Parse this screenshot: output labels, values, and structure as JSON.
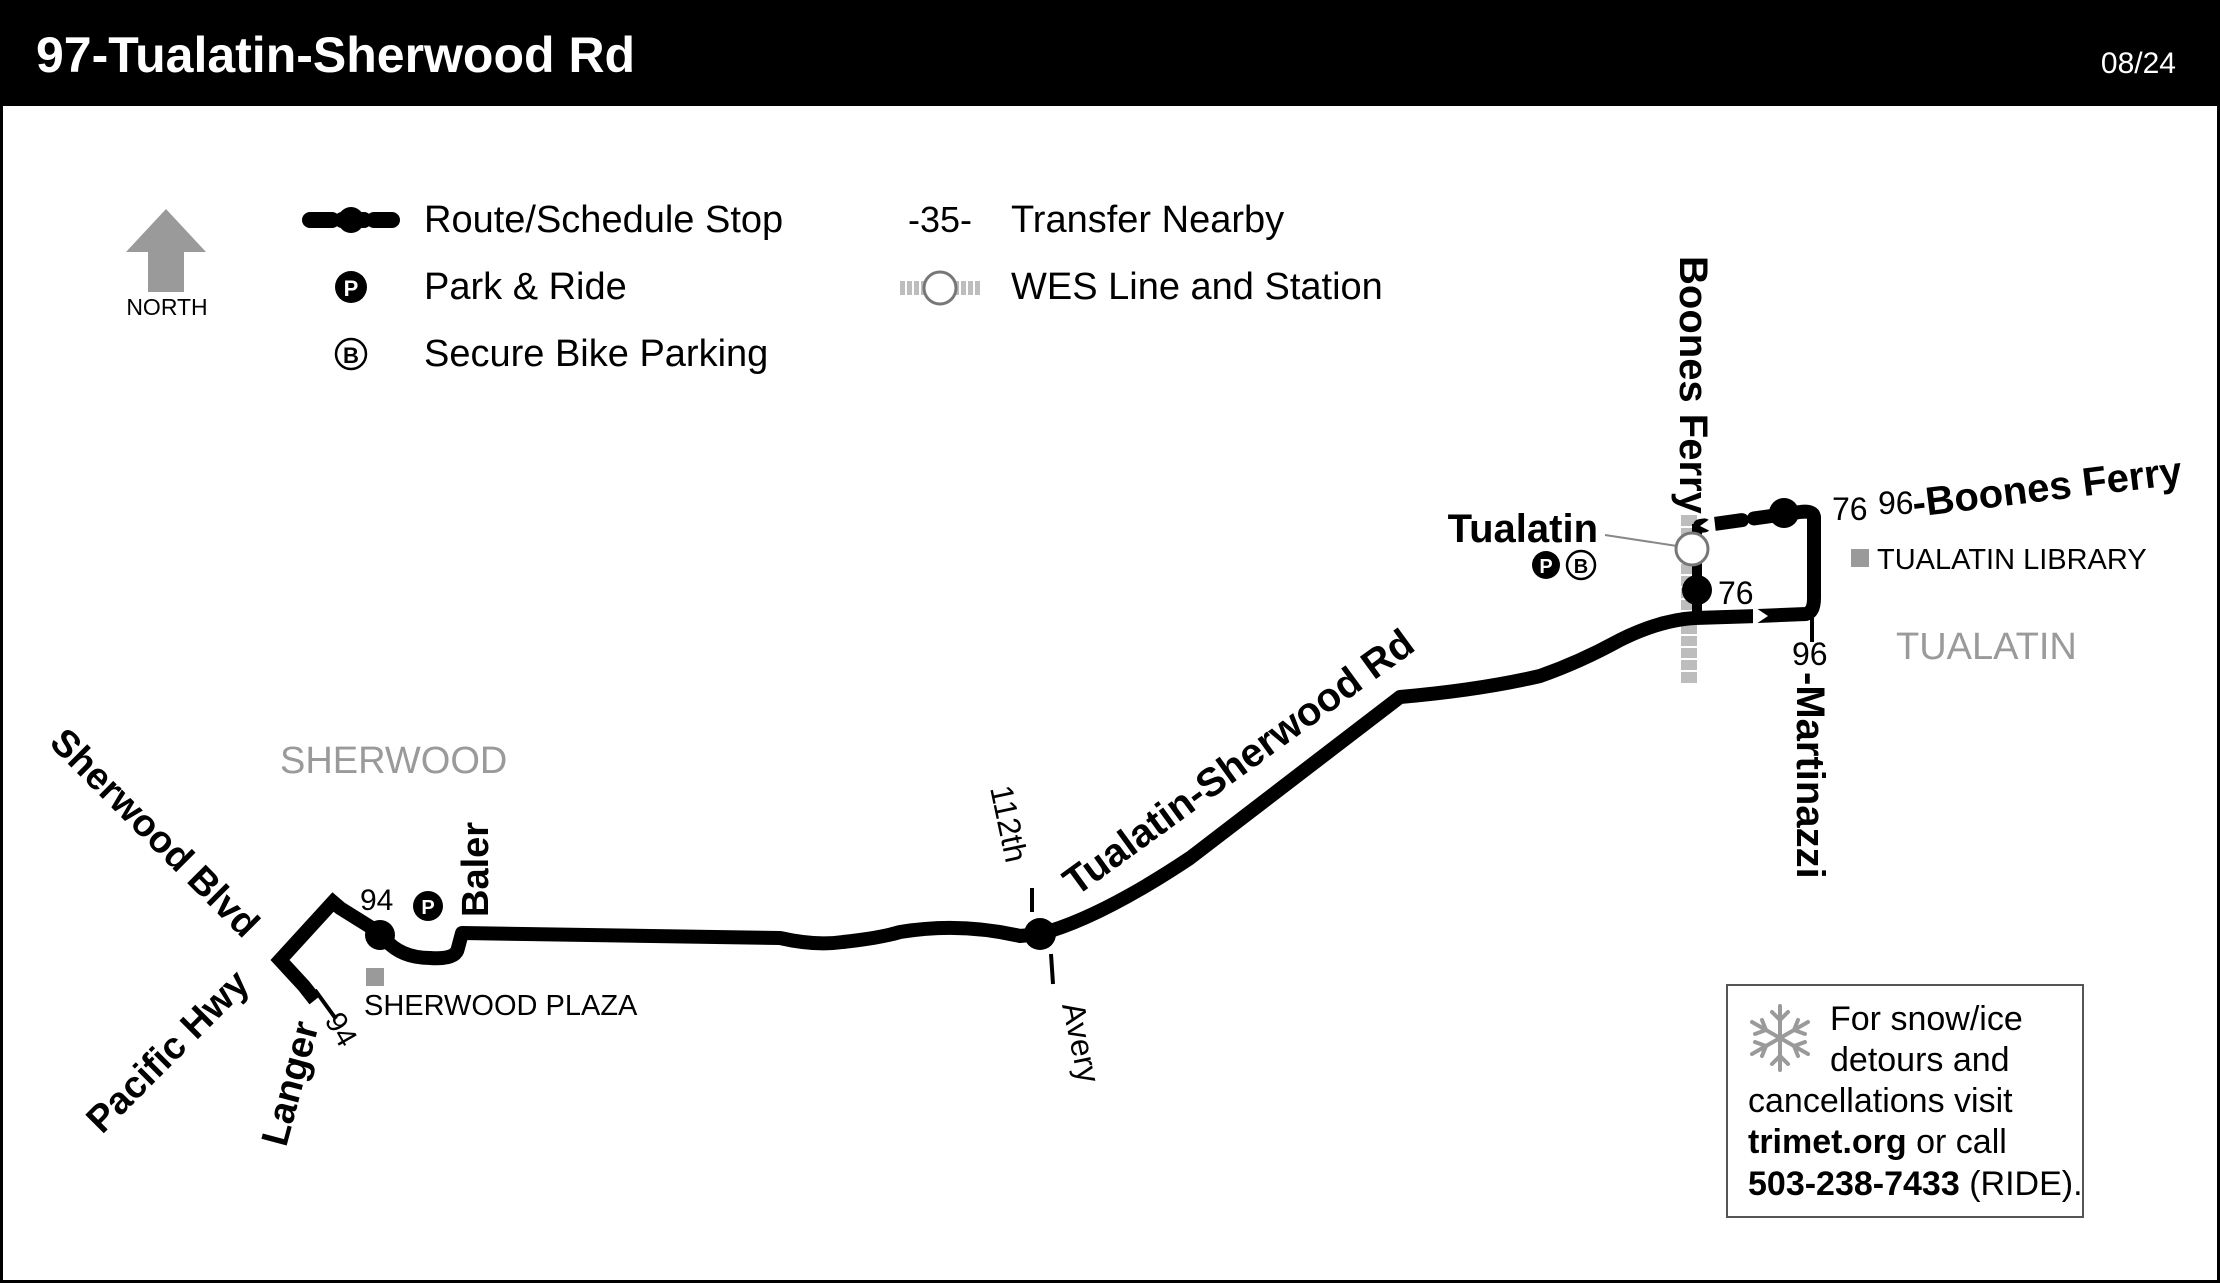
{
  "header": {
    "title": "97-Tualatin-Sherwood Rd",
    "date": "08/24"
  },
  "compass": {
    "label": "NORTH",
    "icon": "north-arrow-icon"
  },
  "legend": {
    "route_stop": "Route/Schedule Stop",
    "park_ride": "Park & Ride",
    "bike_parking": "Secure Bike Parking",
    "transfer_symbol": "-35-",
    "transfer": "Transfer Nearby",
    "wes": "WES Line and Station"
  },
  "map": {
    "areas": {
      "sherwood": "SHERWOOD",
      "tualatin": "TUALATIN"
    },
    "streets": {
      "sherwood_blvd": "Sherwood Blvd",
      "pacific_hwy": "Pacific Hwy",
      "langer": "Langer",
      "baler": "Baler",
      "st112th": "112th",
      "avery": "Avery",
      "tualatin_sherwood_rd": "Tualatin-Sherwood Rd",
      "boones_ferry_v": "Boones Ferry",
      "boones_ferry_h": "-Boones Ferry",
      "martinazzi": "-Martinazzi"
    },
    "landmarks": {
      "sherwood_plaza": "SHERWOOD PLAZA",
      "tualatin_library": "TUALATIN LIBRARY"
    },
    "station": {
      "name": "Tualatin"
    },
    "transfers": {
      "t94_top": "94",
      "t94_bottom": "94",
      "t76_right": "76",
      "t76_top": "76",
      "t96_top": "96",
      "t96_bottom": "96"
    },
    "symbols": {
      "park_letter": "P",
      "bike_letter": "B"
    }
  },
  "notice": {
    "line1": "For snow/ice",
    "line2": "detours and",
    "line3": "cancellations visit",
    "url": "trimet.org",
    "or_call": " or call",
    "phone": "503-238-7433",
    "ride": " (RIDE)."
  },
  "colors": {
    "route": "#000000",
    "gray": "#9a9a9a",
    "header_bg": "#000000"
  }
}
